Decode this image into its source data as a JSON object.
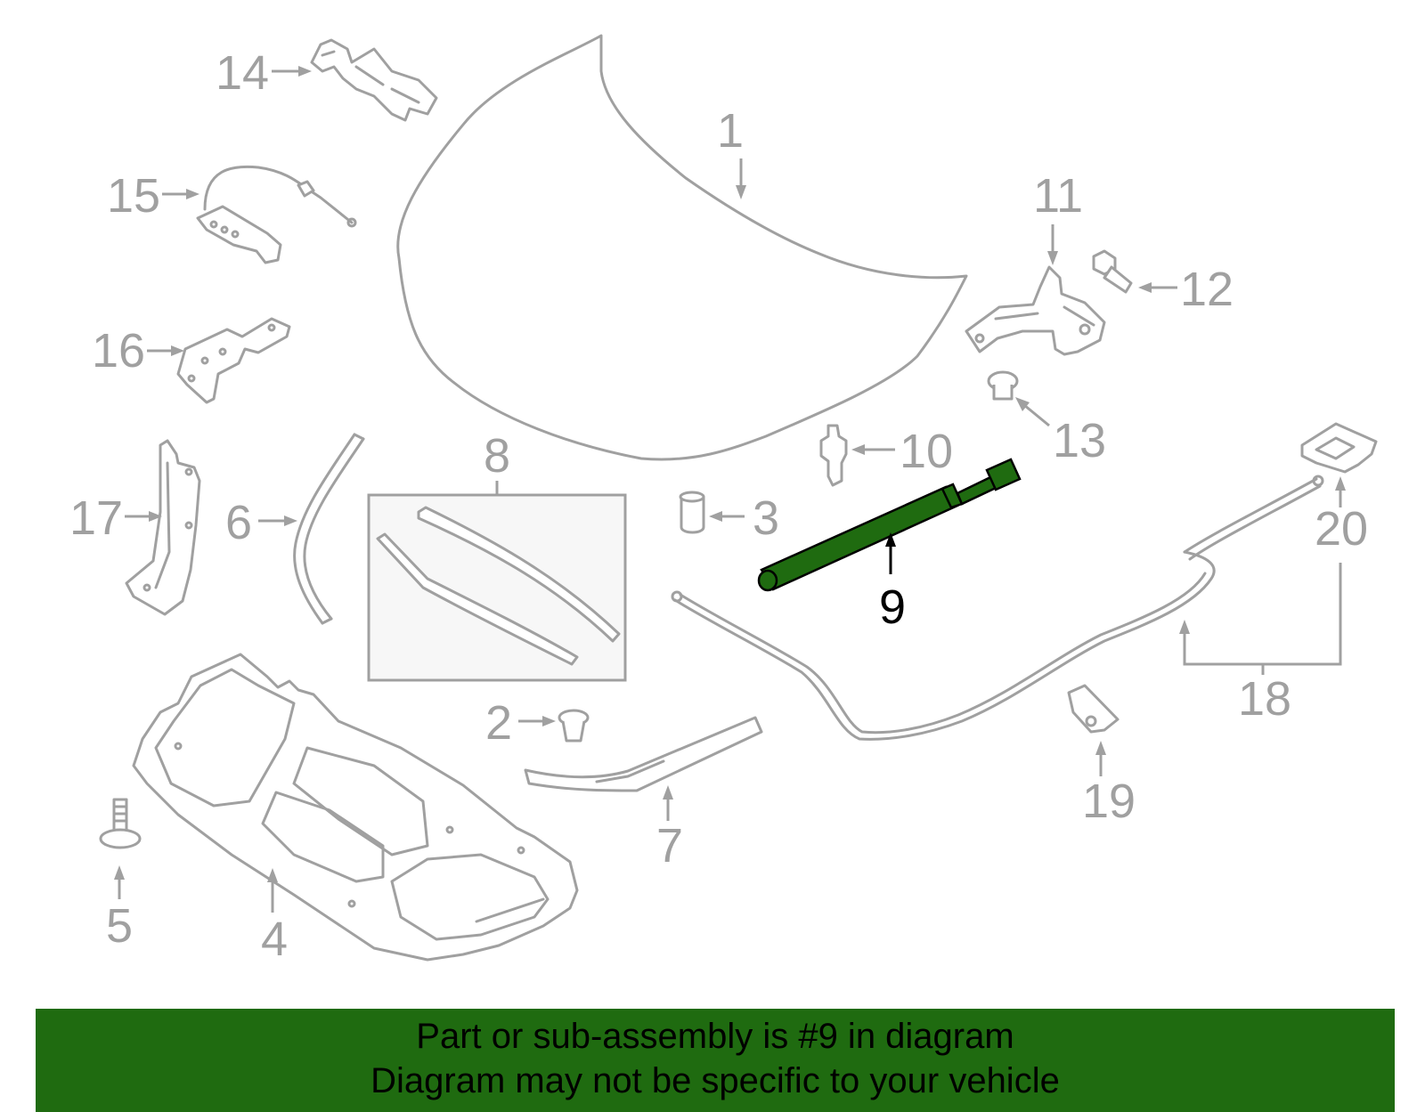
{
  "callouts": {
    "c1": "1",
    "c2": "2",
    "c3": "3",
    "c4": "4",
    "c5": "5",
    "c6": "6",
    "c7": "7",
    "c8": "8",
    "c9": "9",
    "c10": "10",
    "c11": "11",
    "c12": "12",
    "c13": "13",
    "c14": "14",
    "c15": "15",
    "c16": "16",
    "c17": "17",
    "c18": "18",
    "c19": "19",
    "c20": "20"
  },
  "highlighted_part": "9",
  "colors": {
    "highlight_fill": "#1f6b10",
    "part_stroke": "#a0a0a0",
    "banner_bg": "#1f6b10"
  },
  "banner": {
    "line1": "Part or sub-assembly is #9 in diagram",
    "line2": "Diagram may not be specific to your vehicle"
  }
}
